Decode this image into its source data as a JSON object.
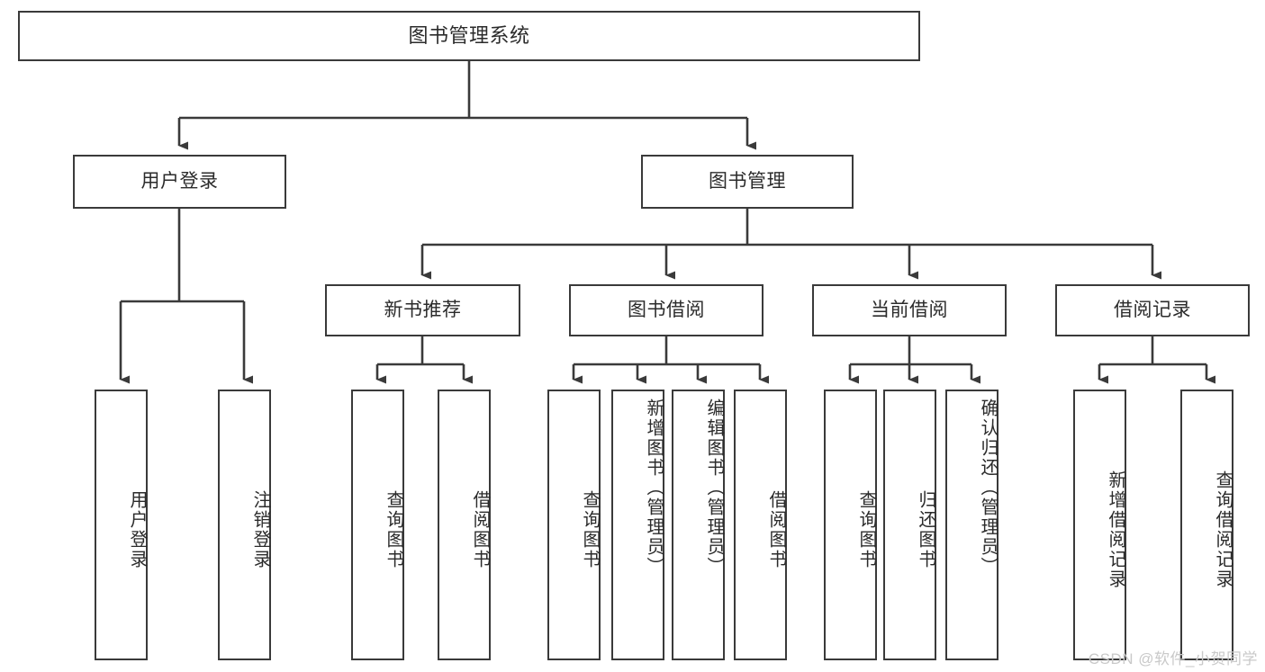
{
  "diagram": {
    "type": "tree-hierarchy-chart",
    "title": "图书管理系统",
    "watermark": "CSDN @软件_小贺同学",
    "colors": {
      "box_border": "#3a3a3a",
      "box_fill": "#ffffff",
      "text": "#2b2b2b",
      "connector": "#3a3a3a",
      "watermark": "#c9c9c9",
      "background": "#ffffff"
    },
    "levels": {
      "root": "图书管理系统",
      "level2": [
        "用户登录",
        "图书管理"
      ],
      "level3": [
        "新书推荐",
        "图书借阅",
        "当前借阅",
        "借阅记录"
      ]
    },
    "nodes": {
      "root": {
        "label": "图书管理系统"
      },
      "user_login": {
        "label": "用户登录"
      },
      "book_mgmt": {
        "label": "图书管理"
      },
      "new_book_rec": {
        "label": "新书推荐"
      },
      "book_borrow": {
        "label": "图书借阅"
      },
      "current_borrow": {
        "label": "当前借阅"
      },
      "borrow_record": {
        "label": "借阅记录"
      },
      "leaf_user_login": {
        "label": "用户登录"
      },
      "leaf_logout": {
        "label": "注销登录"
      },
      "leaf_query_book_1": {
        "label": "查询图书"
      },
      "leaf_borrow_book_1": {
        "label": "借阅图书"
      },
      "leaf_query_book_2": {
        "label": "查询图书"
      },
      "leaf_add_book": {
        "label": "新增图书（管理员）"
      },
      "leaf_edit_book": {
        "label": "编辑图书（管理员）"
      },
      "leaf_borrow_book_2": {
        "label": "借阅图书"
      },
      "leaf_query_book_3": {
        "label": "查询图书"
      },
      "leaf_return_book": {
        "label": "归还图书"
      },
      "leaf_confirm_return": {
        "label": "确认归还（管理员）"
      },
      "leaf_add_record": {
        "label": "新增借阅记录"
      },
      "leaf_query_record": {
        "label": "查询借阅记录"
      }
    },
    "edges": [
      {
        "from": "图书管理系统",
        "to": "用户登录"
      },
      {
        "from": "图书管理系统",
        "to": "图书管理"
      },
      {
        "from": "用户登录",
        "to": "用户登录"
      },
      {
        "from": "用户登录",
        "to": "注销登录"
      },
      {
        "from": "图书管理",
        "to": "新书推荐"
      },
      {
        "from": "图书管理",
        "to": "图书借阅"
      },
      {
        "from": "图书管理",
        "to": "当前借阅"
      },
      {
        "from": "图书管理",
        "to": "借阅记录"
      },
      {
        "from": "新书推荐",
        "to": "查询图书"
      },
      {
        "from": "新书推荐",
        "to": "借阅图书"
      },
      {
        "from": "图书借阅",
        "to": "查询图书"
      },
      {
        "from": "图书借阅",
        "to": "新增图书（管理员）"
      },
      {
        "from": "图书借阅",
        "to": "编辑图书（管理员）"
      },
      {
        "from": "图书借阅",
        "to": "借阅图书"
      },
      {
        "from": "当前借阅",
        "to": "查询图书"
      },
      {
        "from": "当前借阅",
        "to": "归还图书"
      },
      {
        "from": "当前借阅",
        "to": "确认归还（管理员）"
      },
      {
        "from": "借阅记录",
        "to": "新增借阅记录"
      },
      {
        "from": "借阅记录",
        "to": "查询借阅记录"
      }
    ]
  }
}
